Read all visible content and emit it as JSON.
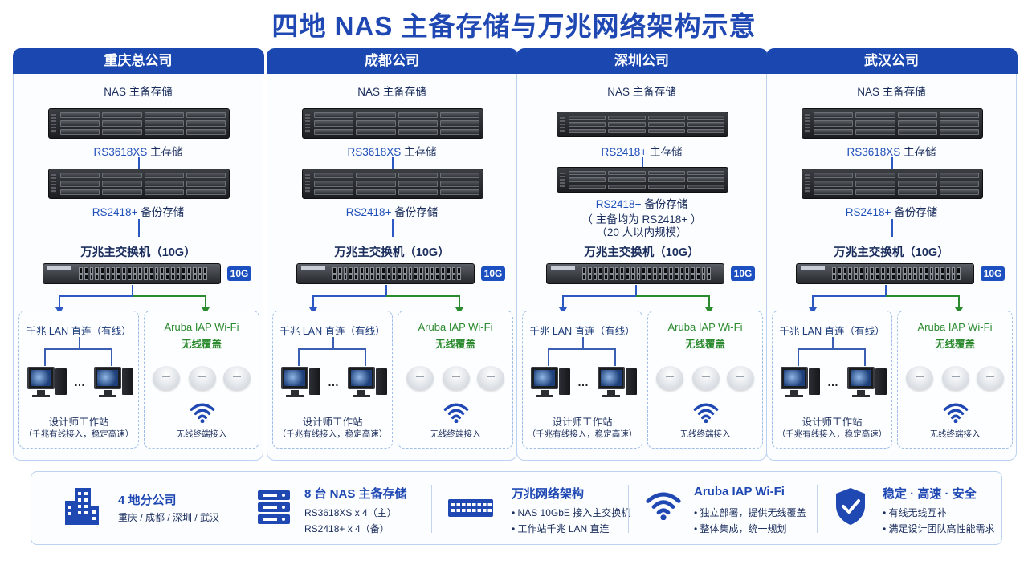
{
  "title": "四地 NAS 主备存储与万兆网络架构示意",
  "colors": {
    "brand_blue": "#1a48b0",
    "wired_blue": "#2c58c4",
    "wifi_green": "#2b8a2e"
  },
  "common": {
    "nas_label": "NAS 主备存储",
    "primary_suffix": "主存储",
    "backup_suffix": "备份存储",
    "switch_label": "万兆主交换机（10G）",
    "badge": "10G",
    "lan_title": "千兆 LAN 直连（有线）",
    "wifi_title": "Aruba IAP Wi-Fi",
    "wifi_sub": "无线覆盖",
    "ws_title": "设计师工作站",
    "ws_sub": "（千兆有线接入，稳定高速）",
    "wireless_access": "无线终端接入",
    "dots": "…"
  },
  "sites": [
    {
      "name": "重庆总公司",
      "primary_model": "RS3618XS",
      "backup_model": "RS2418+"
    },
    {
      "name": "成都公司",
      "primary_model": "RS3618XS",
      "backup_model": "RS2418+"
    },
    {
      "name": "深圳公司",
      "primary_model": "RS2418+",
      "backup_model": "RS2418+",
      "note_line1": "（ 主备均为 RS2418+ ）",
      "note_line2": "（20 人以内规模）"
    },
    {
      "name": "武汉公司",
      "primary_model": "RS3618XS",
      "backup_model": "RS2418+"
    }
  ],
  "summary": [
    {
      "icon": "building-icon",
      "title": "4 地分公司",
      "lines": [
        "重庆 / 成都 / 深圳 / 武汉"
      ]
    },
    {
      "icon": "server-rack-icon",
      "title": "8 台 NAS 主备存储",
      "lines": [
        "RS3618XS x 4（主）",
        "RS2418+  x 4（备）"
      ]
    },
    {
      "icon": "switch-icon",
      "title": "万兆网络架构",
      "lines": [
        "• NAS 10GbE 接入主交换机",
        "• 工作站千兆 LAN 直连"
      ]
    },
    {
      "icon": "wifi-icon",
      "title": "Aruba IAP Wi-Fi",
      "lines": [
        "• 独立部署，提供无线覆盖",
        "• 整体集成，统一规划"
      ]
    },
    {
      "icon": "shield-check-icon",
      "title": "稳定 · 高速 · 安全",
      "lines": [
        "• 有线无线互补",
        "• 满足设计团队高性能需求"
      ]
    }
  ]
}
